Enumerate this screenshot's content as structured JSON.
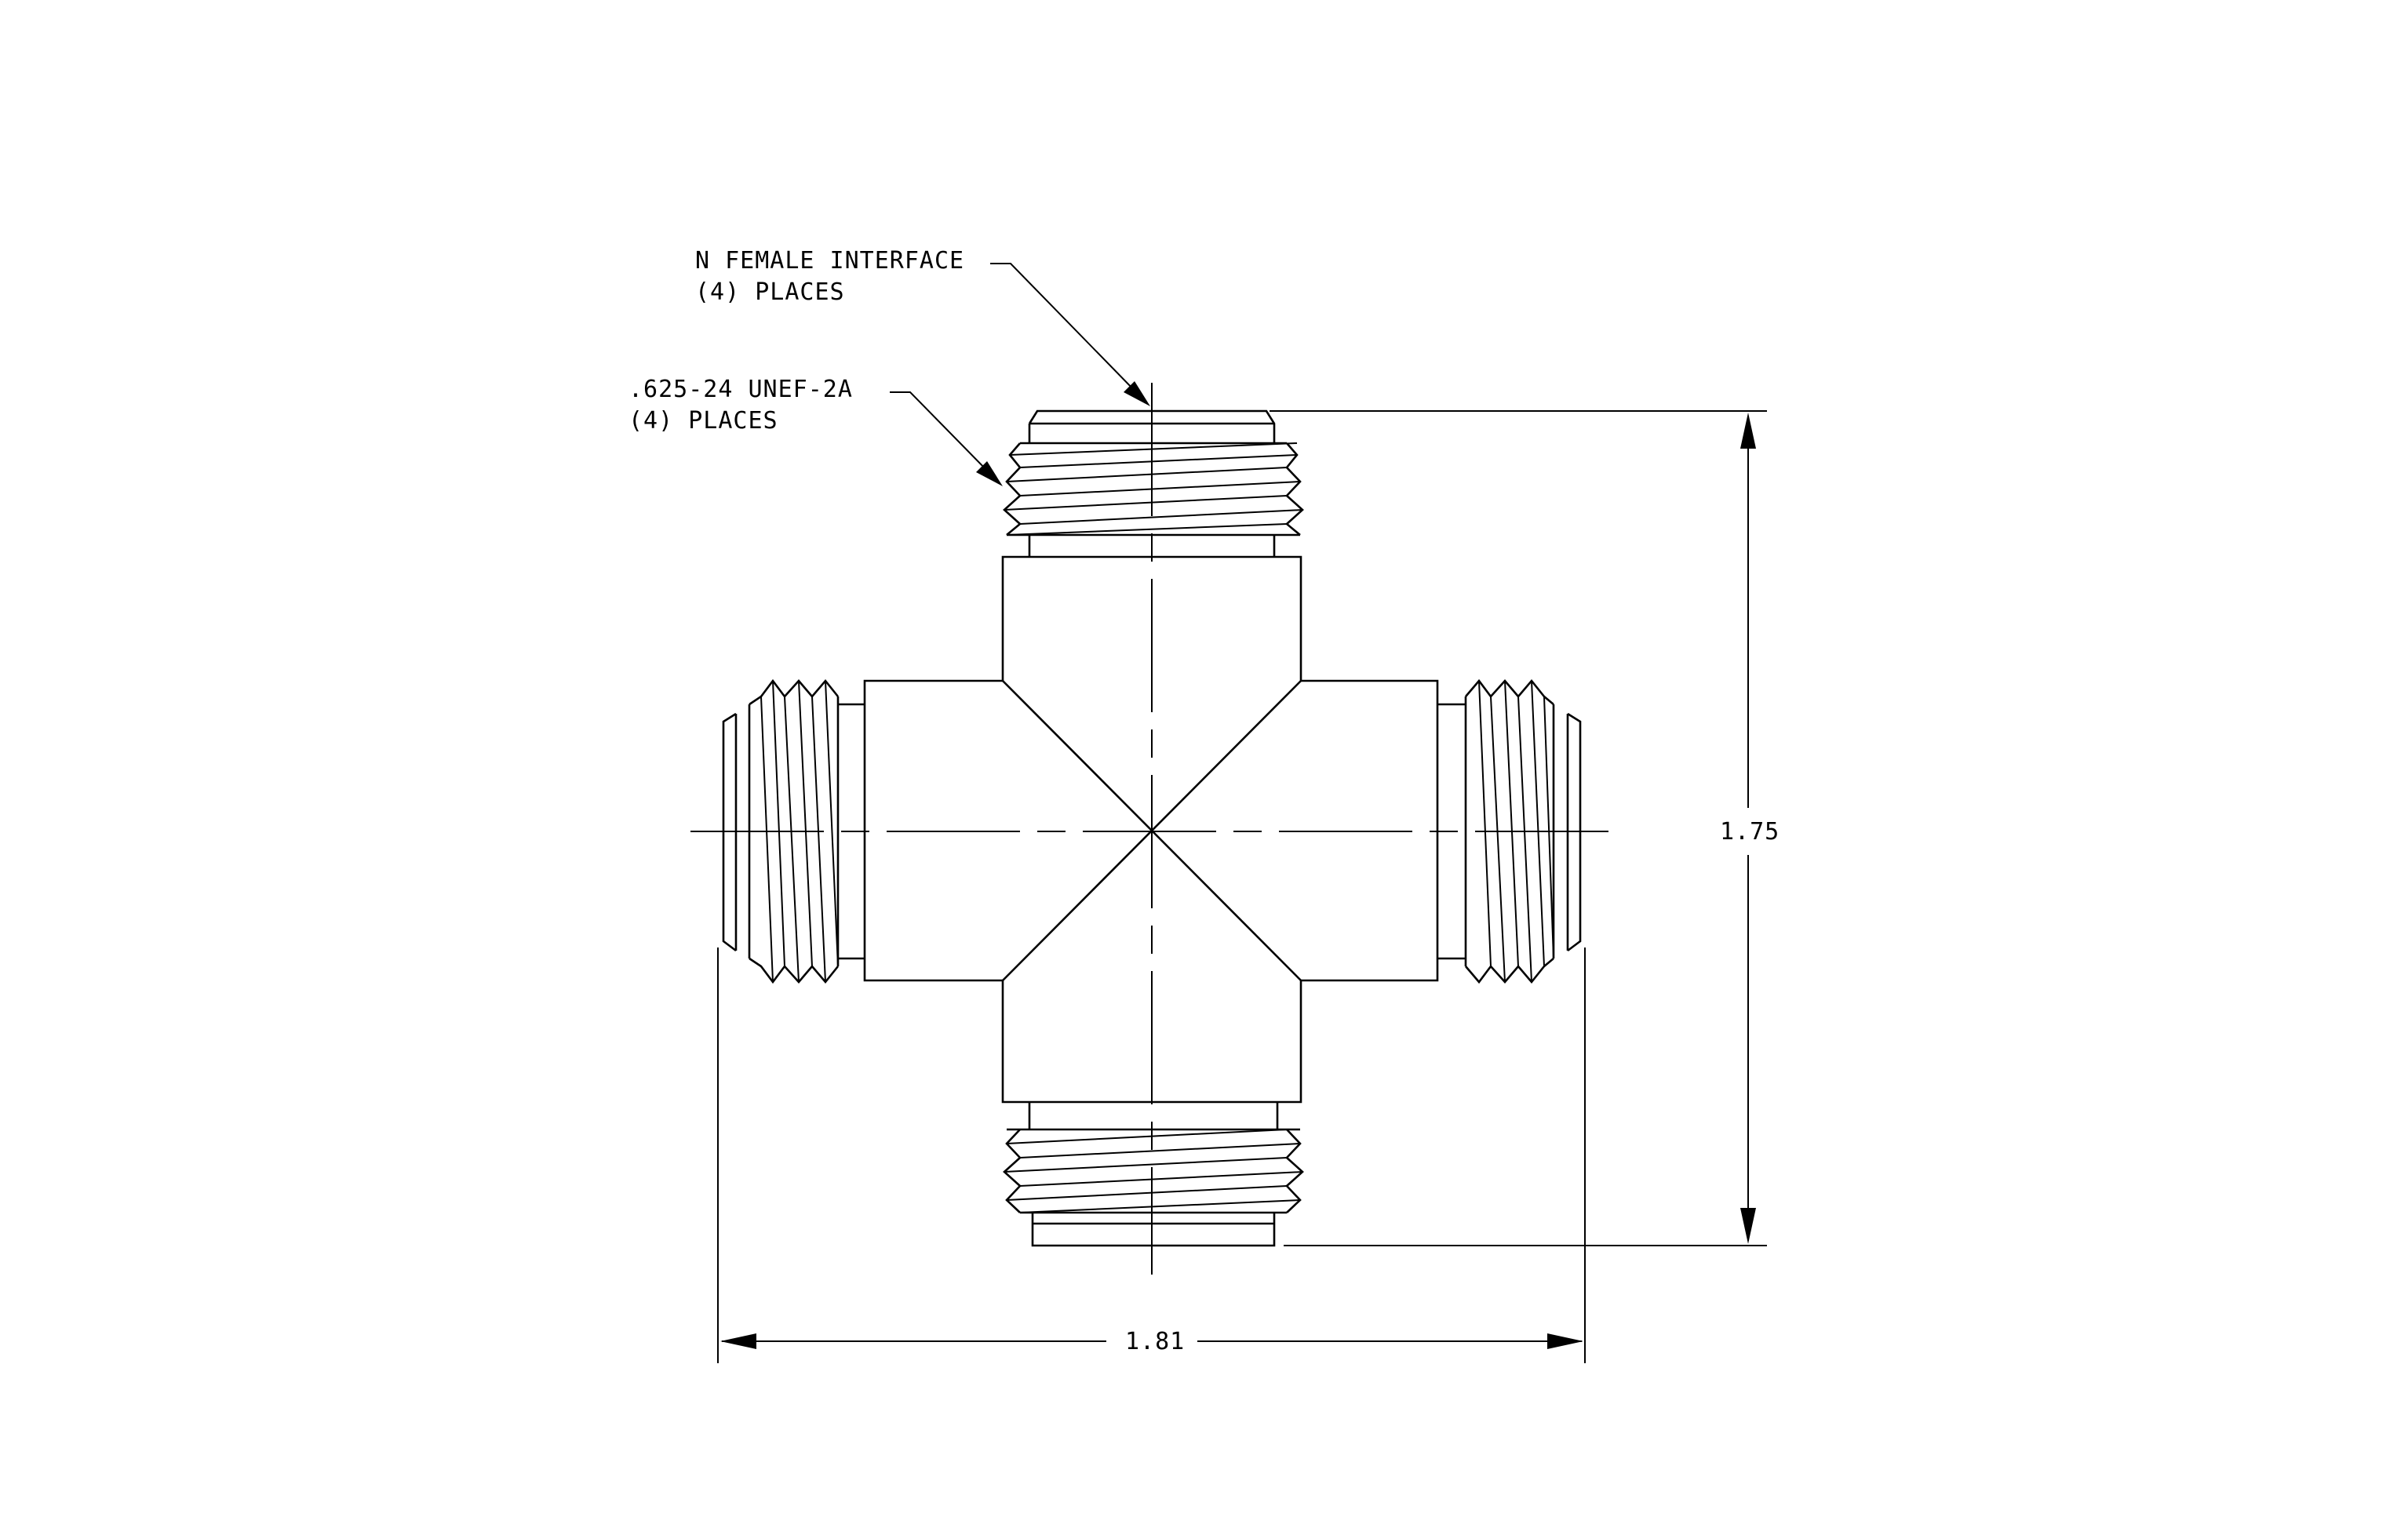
{
  "callouts": {
    "interface": {
      "line1": "N FEMALE INTERFACE",
      "line2": "(4)  PLACES"
    },
    "thread": {
      "line1": ".625-24 UNEF-2A",
      "line2": "(4)  PLACES"
    }
  },
  "dimensions": {
    "height": "1.75",
    "width": "1.81"
  }
}
